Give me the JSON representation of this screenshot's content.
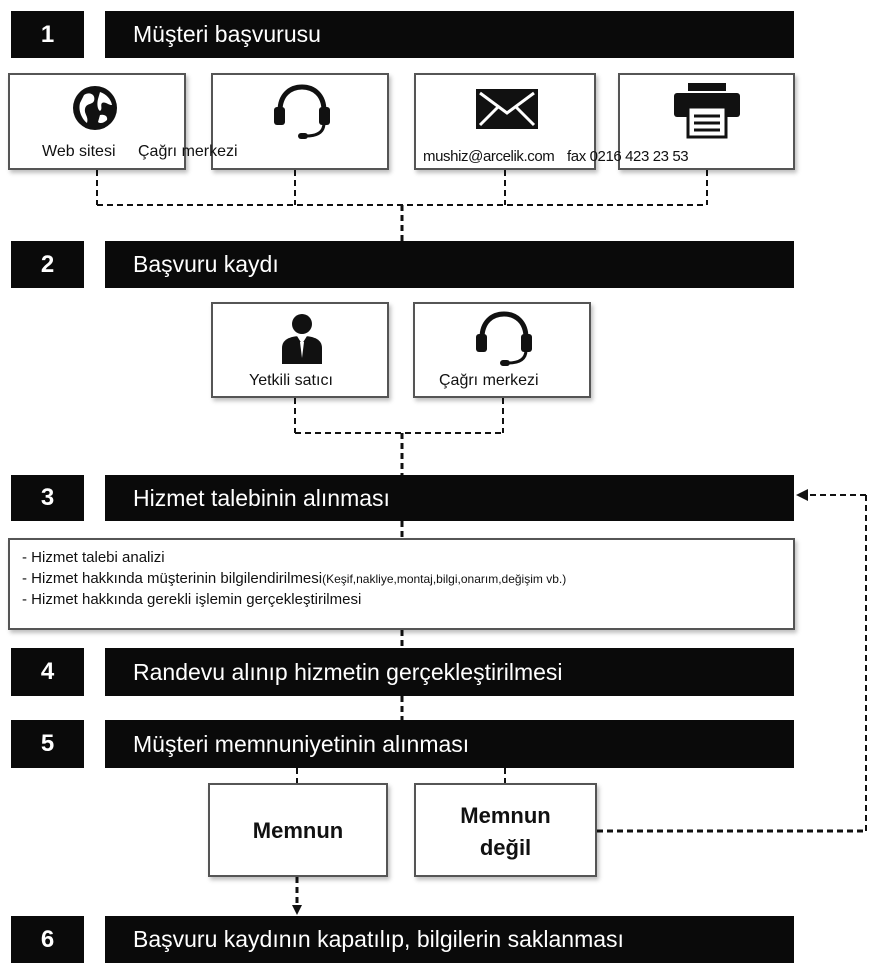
{
  "steps": [
    {
      "num": "1",
      "title": "Müşteri başvurusu"
    },
    {
      "num": "2",
      "title": "Başvuru kaydı"
    },
    {
      "num": "3",
      "title": "Hizmet talebinin alınması"
    },
    {
      "num": "4",
      "title": "Randevu alınıp hizmetin gerçekleştirilmesi"
    },
    {
      "num": "5",
      "title": "Müşteri memnuniyetinin alınması"
    },
    {
      "num": "6",
      "title": "Başvuru kaydının kapatılıp, bilgilerin saklanması"
    }
  ],
  "channels": {
    "web": "Web sitesi",
    "call_center": "Çağrı merkezi",
    "email": "mushiz@arcelik.com",
    "fax": "fax 0216 423 23 53"
  },
  "registration": {
    "dealer": "Yetkili satıcı",
    "call_center": "Çağrı merkezi"
  },
  "analysis": {
    "line1": "- Hizmet talebi analizi",
    "line2_main": "- Hizmet hakkında müşterinin bilgilendirilmesi",
    "line2_small": "(Keşif,nakliye,montaj,bilgi,onarım,değişim vb.)",
    "line3": "- Hizmet hakkında gerekli işlemin gerçekleştirilmesi"
  },
  "satisfaction": {
    "satisfied": "Memnun",
    "not_satisfied_1": "Memnun",
    "not_satisfied_2": "değil"
  },
  "icons": [
    "globe-icon",
    "headset-icon",
    "envelope-icon",
    "fax-icon",
    "person-icon",
    "headset-icon"
  ],
  "colors": {
    "bar": "#0a0a0a",
    "text_on_bar": "#ffffff",
    "border": "#555555"
  }
}
